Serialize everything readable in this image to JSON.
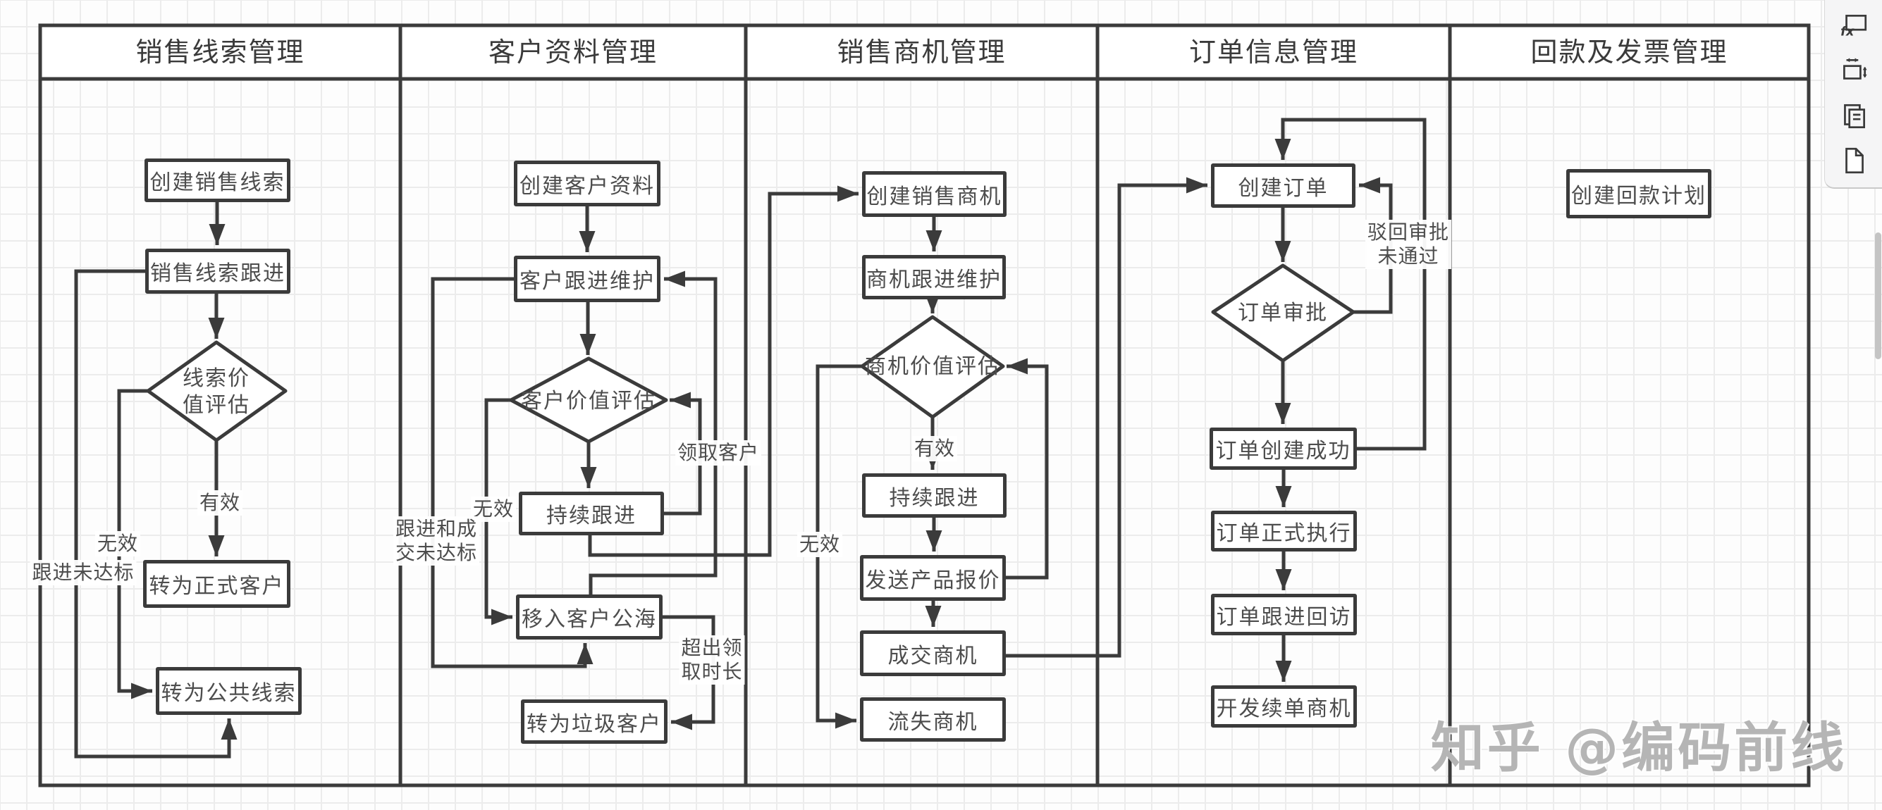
{
  "header": {
    "lane_titles": [
      "销售线索管理",
      "客户资料管理",
      "销售商机管理",
      "订单信息管理",
      "回款及发票管理"
    ]
  },
  "nodes": {
    "create_lead": "创建销售线索",
    "lead_follow": "销售线索跟进",
    "lead_eval": "线索价值评估",
    "to_formal_customer": "转为正式客户",
    "to_public_lead": "转为公共线索",
    "create_customer": "创建客户资料",
    "customer_follow": "客户跟进维护",
    "customer_eval": "客户价值评估",
    "customer_continue": "持续跟进",
    "to_public_pool": "移入客户公海",
    "to_junk_customer": "转为垃圾客户",
    "create_opportunity": "创建销售商机",
    "opportunity_follow": "商机跟进维护",
    "opportunity_eval": "商机价值评估",
    "opportunity_continue": "持续跟进",
    "send_quote": "发送产品报价",
    "won_opportunity": "成交商机",
    "lost_opportunity": "流失商机",
    "create_order": "创建订单",
    "order_approval": "订单审批",
    "order_created": "订单创建成功",
    "order_execute": "订单正式执行",
    "order_followup_visit": "订单跟进回访",
    "renewal_opportunity": "开发续单商机",
    "create_payment_plan": "创建回款计划"
  },
  "edge_labels": {
    "lead_valid": "有效",
    "lead_invalid": "无效",
    "lead_below_standard": "跟进未达标",
    "customer_invalid": "无效",
    "customer_below_standard": "跟进和成\n交未达标",
    "claim_customer": "领取客户",
    "exceed_claim_time": "超出领\n取时长",
    "opportunity_valid": "有效",
    "opportunity_invalid": "无效",
    "order_rejected": "驳回审批\n未通过"
  },
  "watermark": "知乎 @编码前线",
  "sidebar": {
    "fx_glyph": "fx",
    "icons": [
      "formula-presentation-icon",
      "fit-canvas-icon",
      "copy-page-icon",
      "new-page-icon"
    ]
  },
  "colors": {
    "line": "#3b3b3b",
    "node_bg": "#ffffff",
    "grid": "#ececec",
    "watermark": "#b5b5b5"
  }
}
